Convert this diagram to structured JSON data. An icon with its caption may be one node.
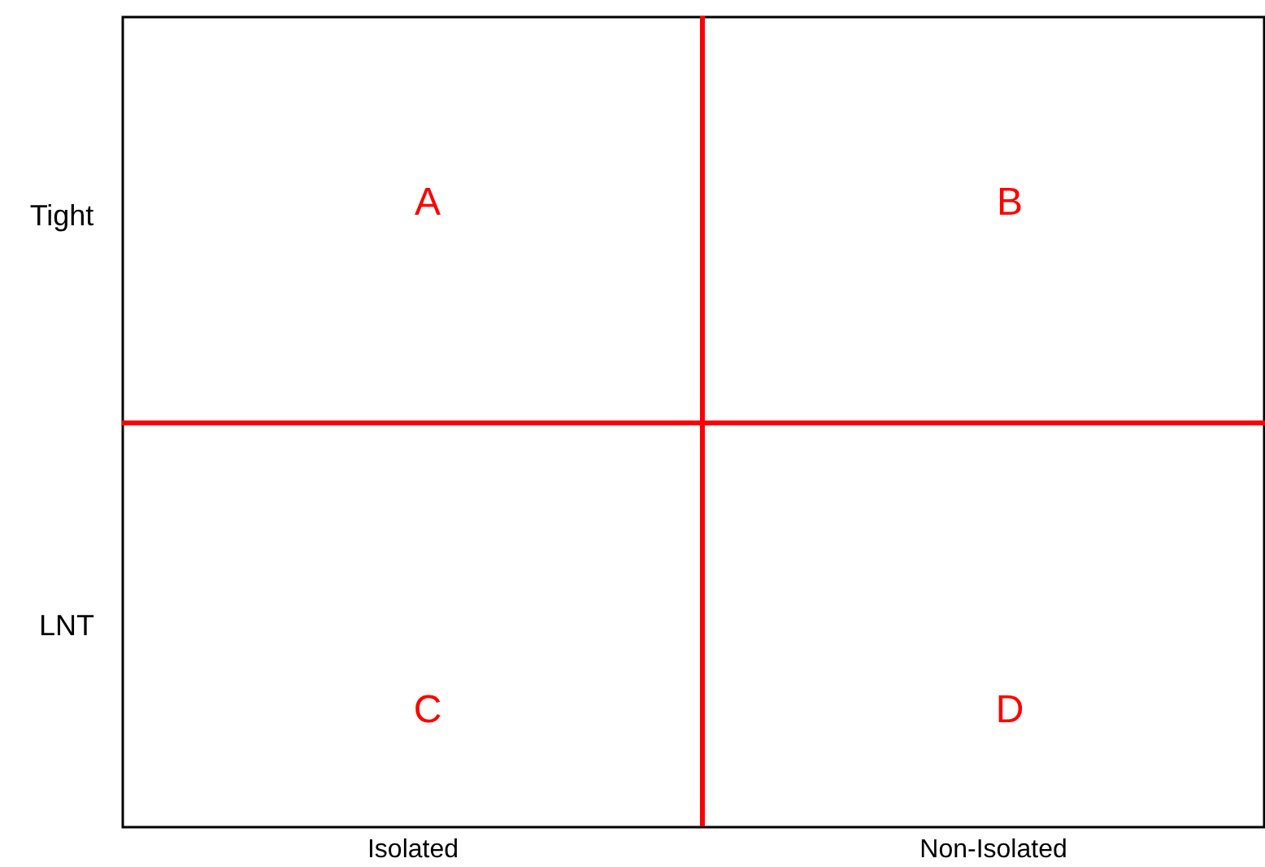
{
  "diagram": {
    "nodes": [
      {
        "text": [
          "A"
        ]
      },
      {
        "text": [
          "B"
        ]
      },
      {
        "text": [
          "C"
        ]
      },
      {
        "text": [
          "D"
        ]
      }
    ],
    "labels": [
      "Tight",
      "LNT",
      "Isolated",
      "Non-Isolated"
    ]
  }
}
